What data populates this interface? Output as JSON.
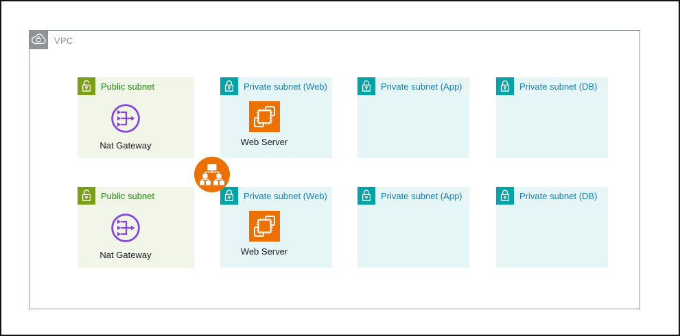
{
  "vpc": {
    "label": "VPC"
  },
  "subnets": [
    {
      "type": "public",
      "label": "Public subnet",
      "resource": "Nat Gateway"
    },
    {
      "type": "private",
      "label": "Private subnet (Web)",
      "resource": "Web Server"
    },
    {
      "type": "private",
      "label": "Private subnet (App)",
      "resource": ""
    },
    {
      "type": "private",
      "label": "Private subnet (DB)",
      "resource": ""
    },
    {
      "type": "public",
      "label": "Public subnet",
      "resource": "Nat Gateway"
    },
    {
      "type": "private",
      "label": "Private subnet (Web)",
      "resource": "Web Server"
    },
    {
      "type": "private",
      "label": "Private subnet (App)",
      "resource": ""
    },
    {
      "type": "private",
      "label": "Private subnet (DB)",
      "resource": ""
    }
  ],
  "icons": {
    "vpc": "cloud-lock-icon",
    "public_subnet": "open-lock-icon",
    "private_subnet": "closed-lock-icon",
    "nat_gateway": "nat-gateway-icon",
    "web_server": "ec2-instance-icon",
    "load_balancer": "load-balancer-icon"
  },
  "colors": {
    "frame_border": "#141414",
    "vpc_border": "#8c9499",
    "vpc_gray": "#8c9499",
    "public_subnet_bg": "#f2f6e9",
    "public_subnet_accent": "#7aa116",
    "public_label": "#248814",
    "private_subnet_bg": "#e6f6f7",
    "private_subnet_accent": "#00a4a6",
    "private_label": "#147eba",
    "nat_purple": "#8645e6",
    "orange": "#ed7100",
    "resource_label": "#16191f"
  }
}
